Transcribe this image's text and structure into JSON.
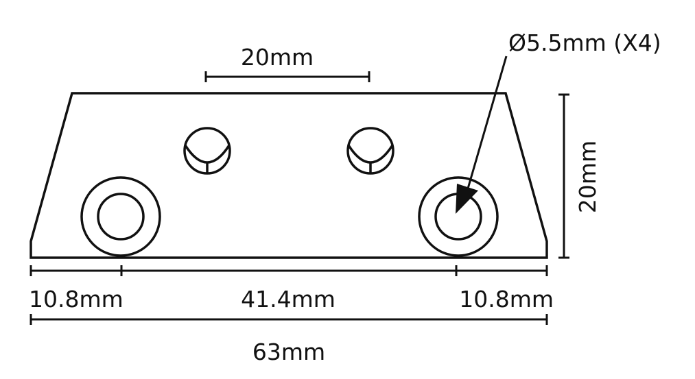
{
  "labels": {
    "hole_spacing": "20mm",
    "hole_diameter": "Ø5.5mm (X4)",
    "height": "20mm",
    "left_offset": "10.8mm",
    "center_span": "41.4mm",
    "right_offset": "10.8mm",
    "total_width": "63mm"
  },
  "colors": {
    "stroke": "#111111",
    "background": "#ffffff"
  }
}
